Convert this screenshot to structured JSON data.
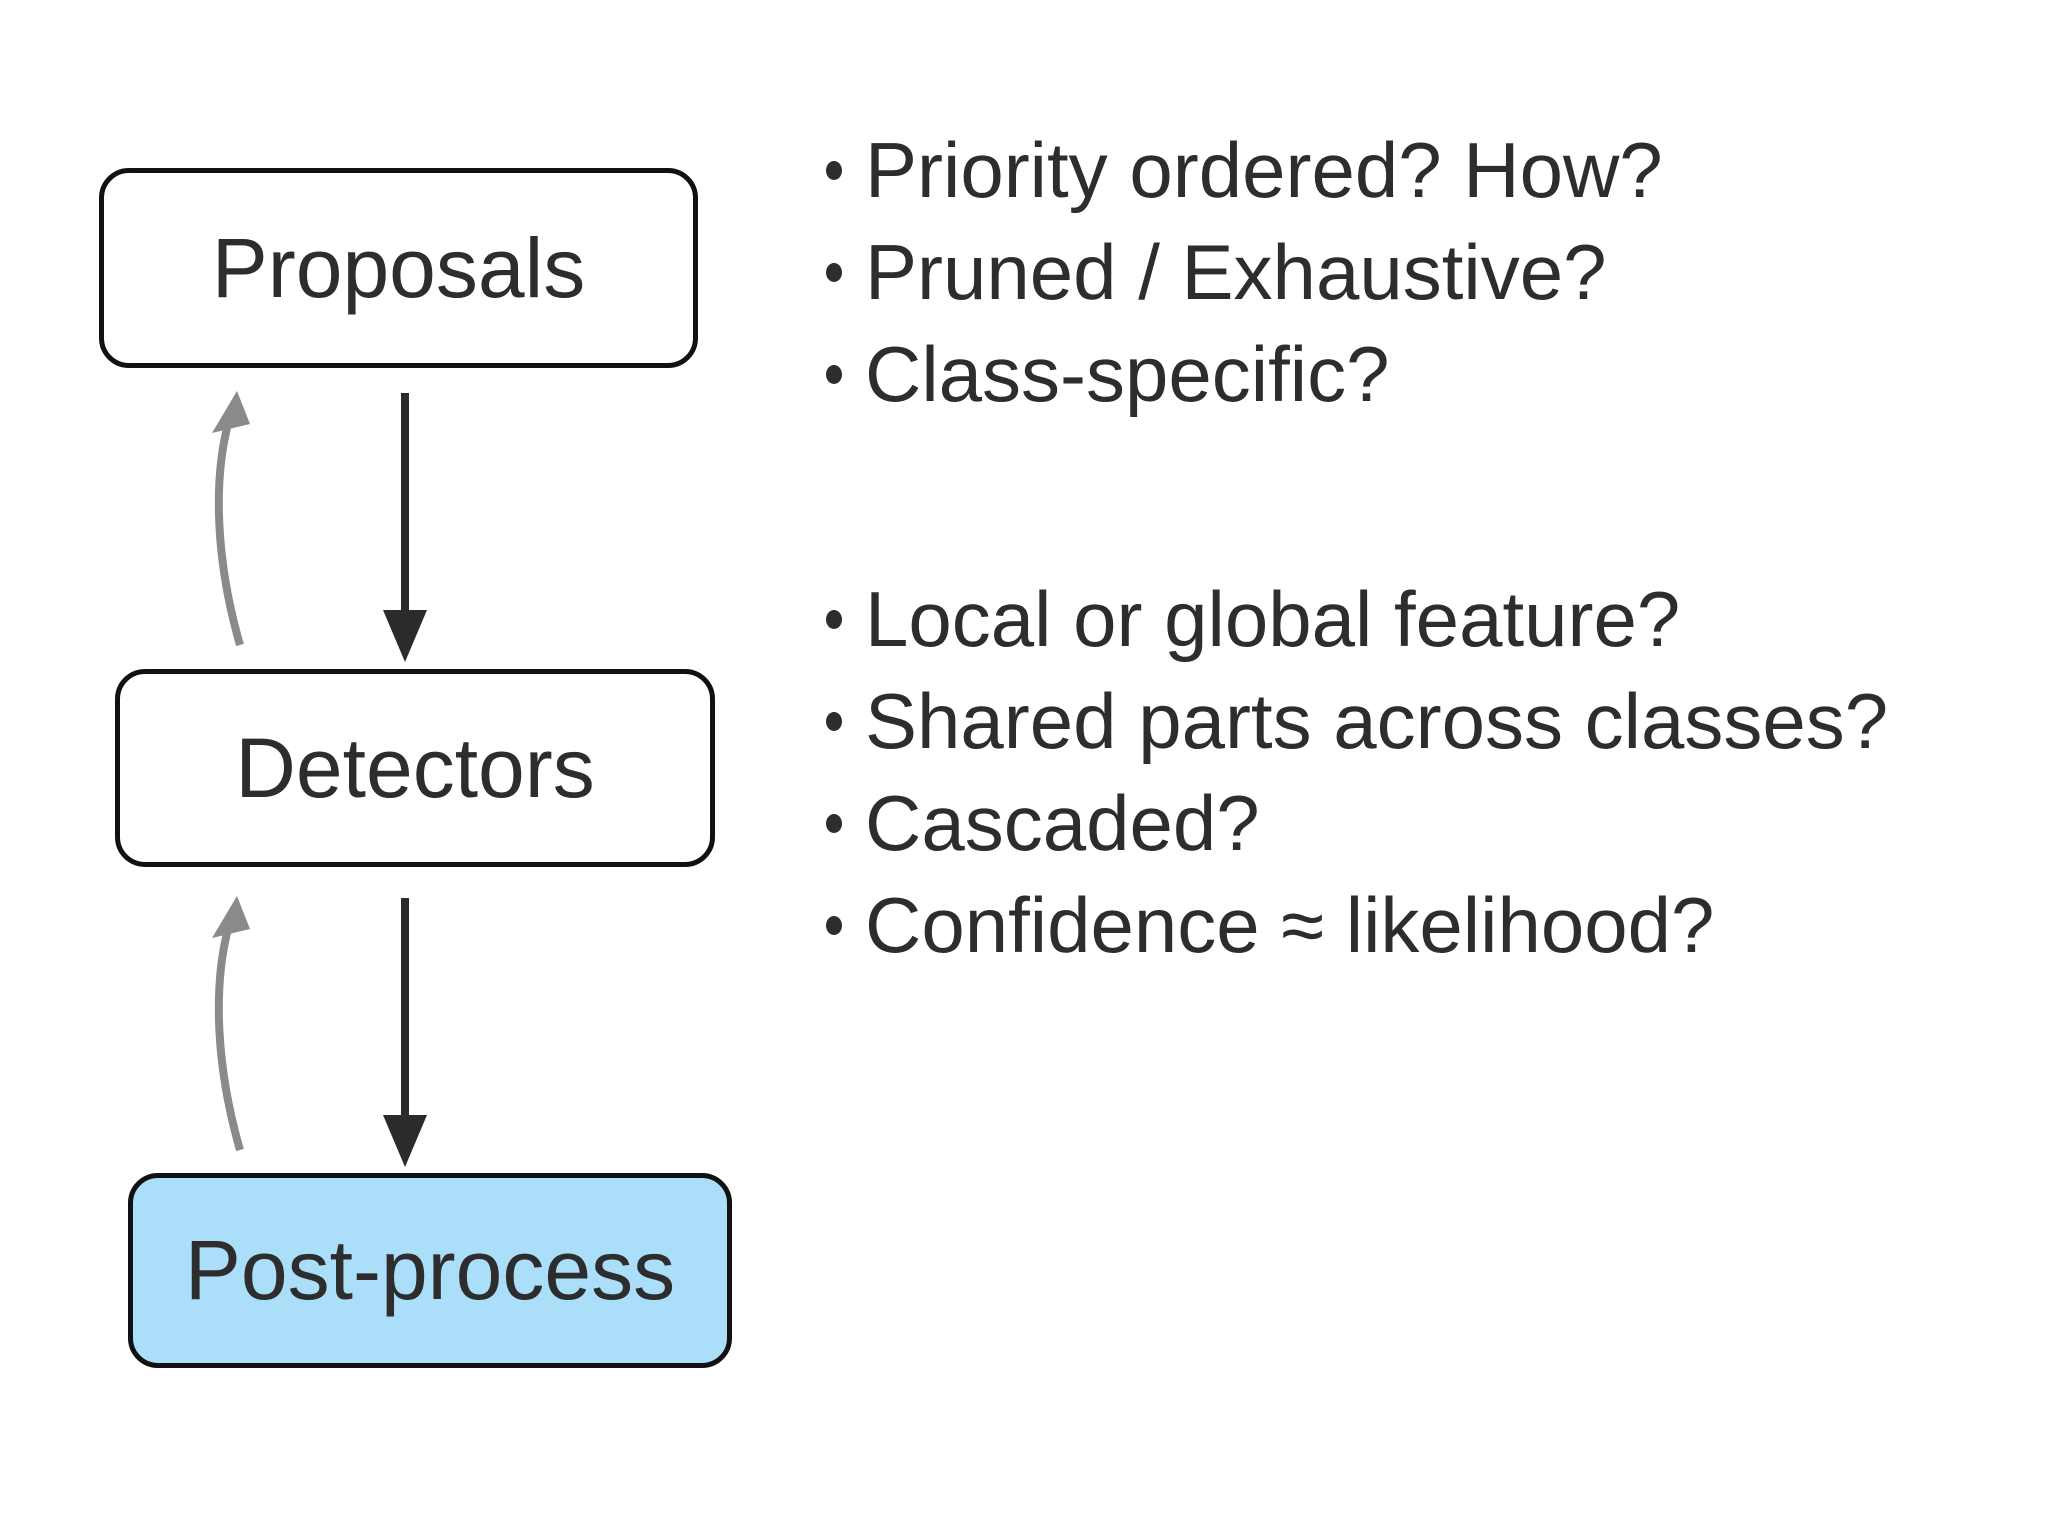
{
  "slide": {
    "nodes": [
      {
        "id": "proposals",
        "label": "Proposals"
      },
      {
        "id": "detectors",
        "label": "Detectors"
      },
      {
        "id": "post-process",
        "label": "Post-process"
      }
    ],
    "bullet_groups": [
      {
        "items": [
          "Priority ordered? How?",
          "Pruned / Exhaustive?",
          "Class-specific?"
        ]
      },
      {
        "items": [
          "Local or global feature?",
          "Shared parts across classes?",
          "Cascaded?",
          "Confidence ≈ likelihood?"
        ]
      }
    ],
    "colors": {
      "node_fill": "#ffffff",
      "node_fill_highlight": "#aadef9",
      "node_border": "#111111",
      "text": "#2d2d2d",
      "down_arrow": "#2b2b2b",
      "up_arrow": "#8a8a8a"
    }
  }
}
